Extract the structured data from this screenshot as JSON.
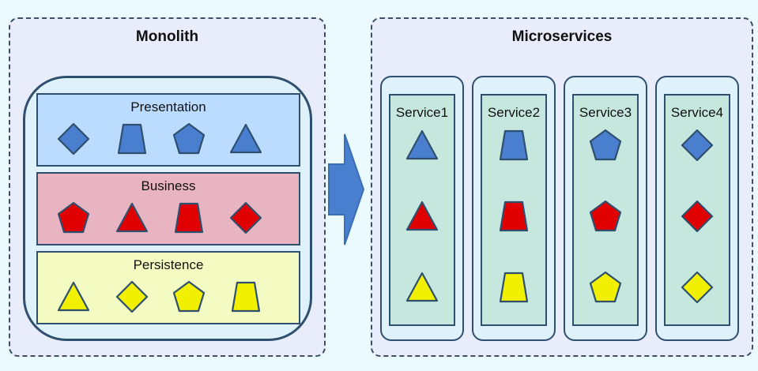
{
  "monolith": {
    "title": "Monolith",
    "layers": [
      {
        "label": "Presentation",
        "fill": "#bcdcff",
        "shapes": [
          "diamond",
          "trapezoid",
          "pentagon",
          "triangle"
        ],
        "shape_color": "#4a7fd0"
      },
      {
        "label": "Business",
        "fill": "#e8b4c1",
        "shapes": [
          "pentagon",
          "triangle",
          "trapezoid",
          "diamond"
        ],
        "shape_color": "#e00000"
      },
      {
        "label": "Persistence",
        "fill": "#f3fbc2",
        "shapes": [
          "triangle",
          "diamond",
          "pentagon",
          "trapezoid"
        ],
        "shape_color": "#f0f000"
      }
    ]
  },
  "microservices": {
    "title": "Microservices",
    "services": [
      {
        "label": "Service1",
        "shape": "triangle"
      },
      {
        "label": "Service2",
        "shape": "trapezoid"
      },
      {
        "label": "Service3",
        "shape": "pentagon"
      },
      {
        "label": "Service4",
        "shape": "diamond"
      }
    ],
    "row_colors": [
      "#4a7fd0",
      "#e00000",
      "#f0f000"
    ]
  },
  "colors": {
    "outline": "#2f4f6e",
    "arrow": "#4a7fd0"
  }
}
